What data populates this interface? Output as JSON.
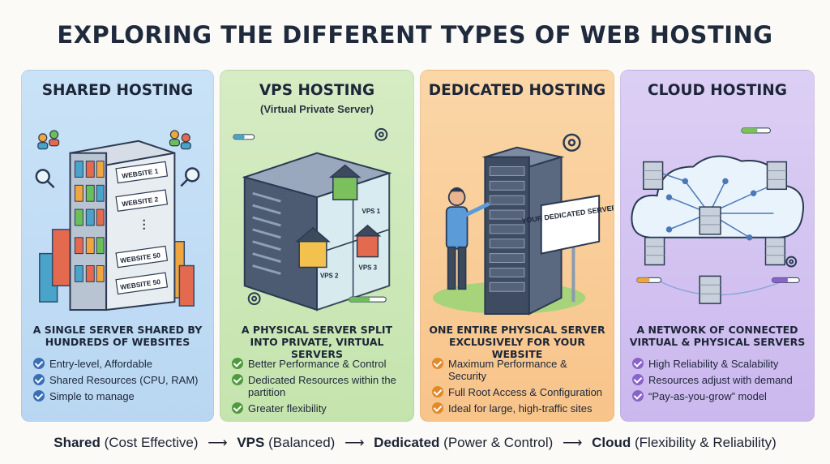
{
  "title": "EXPLORING THE DIFFERENT TYPES OF WEB HOSTING",
  "panels": [
    {
      "title": "SHARED HOSTING",
      "subtitle": "",
      "server_labels": [
        "WEBSITE 1",
        "WEBSITE 2",
        "WEBSITE 50",
        "WEBSITE 50"
      ],
      "summary": "A SINGLE SERVER SHARED BY HUNDREDS OF WEBSITES",
      "features": [
        "Entry-level, Affordable",
        "Shared Resources (CPU, RAM)",
        "Simple to manage"
      ],
      "check_color": "#3a6fb6"
    },
    {
      "title": "VPS HOSTING",
      "subtitle": "(Virtual Private Server)",
      "vps_labels": [
        "VPS 1",
        "VPS 2",
        "VPS 3"
      ],
      "summary": "A PHYSICAL SERVER SPLIT INTO PRIVATE, VIRTUAL SERVERS",
      "features": [
        "Better Performance & Control",
        "Dedicated Resources within the partition",
        "Greater flexibility"
      ],
      "check_color": "#4f9a3e"
    },
    {
      "title": "DEDICATED HOSTING",
      "subtitle": "",
      "sign_text": "YOUR DEDICATED SERVER",
      "summary": "ONE ENTIRE PHYSICAL SERVER EXCLUSIVELY FOR YOUR WEBSITE",
      "features": [
        "Maximum Performance & Security",
        "Full Root Access & Configuration",
        "Ideal for large, high-traffic sites"
      ],
      "check_color": "#e08a2b"
    },
    {
      "title": "CLOUD HOSTING",
      "subtitle": "",
      "summary": "A NETWORK OF CONNECTED VIRTUAL & PHYSICAL SERVERS",
      "features": [
        "High Reliability & Scalability",
        "Resources adjust with demand",
        "“Pay-as-you-grow” model"
      ],
      "check_color": "#8a63c9"
    }
  ],
  "footer": {
    "items": [
      {
        "name": "Shared",
        "desc": "(Cost Effective)"
      },
      {
        "name": "VPS",
        "desc": "(Balanced)"
      },
      {
        "name": "Dedicated",
        "desc": "(Power & Control)"
      },
      {
        "name": "Cloud",
        "desc": "(Flexibility & Reliability)"
      }
    ],
    "arrow": "⟶"
  },
  "icons": [
    "users-icon",
    "magnifier-icon",
    "gear-icon",
    "server-rack-icon",
    "house-icon",
    "person-icon",
    "cloud-icon",
    "network-icon"
  ]
}
